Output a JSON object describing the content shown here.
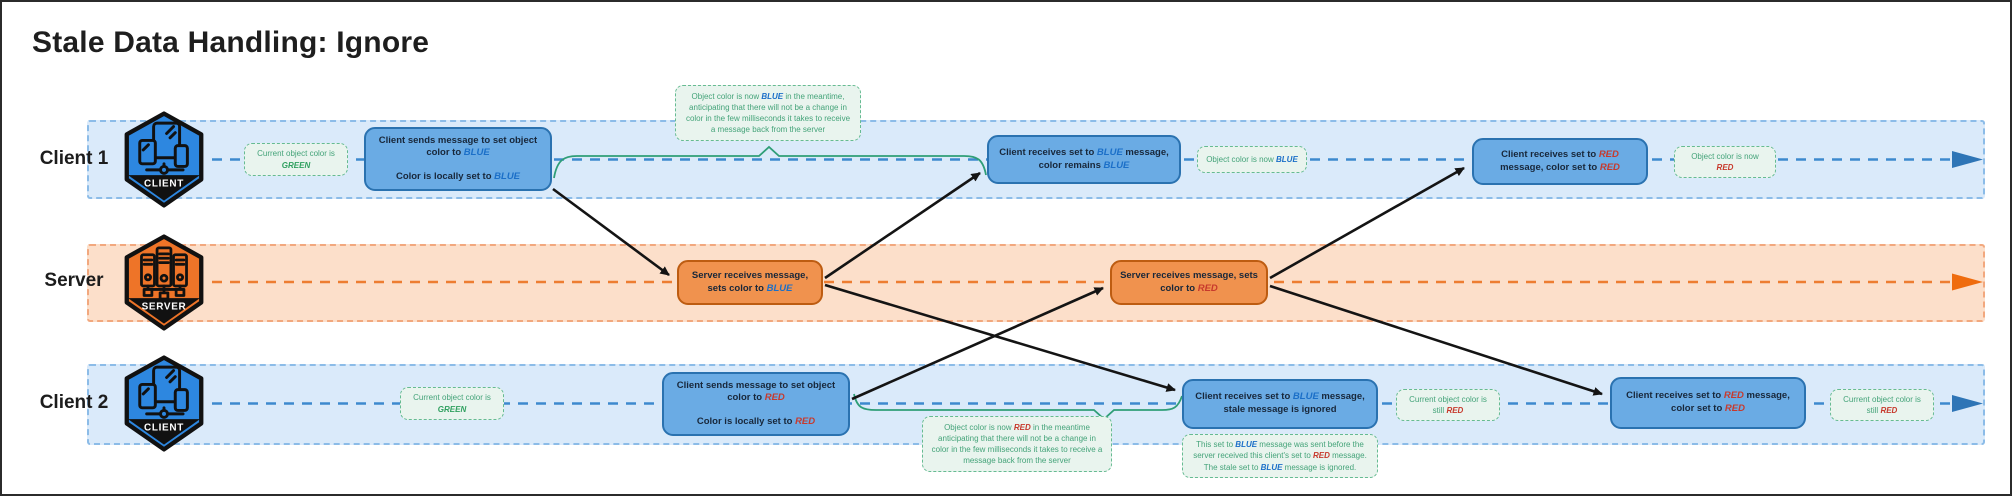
{
  "title": "Stale Data Handling: Ignore",
  "colors": {
    "title_text": "#1e1e1e",
    "word_blue": "#1b6fc8",
    "word_red": "#c7392c",
    "word_green": "#2fa05f",
    "client_box_fill": "#6aabe4",
    "client_box_border": "#2a72b0",
    "server_box_fill": "#f0924e",
    "server_box_border": "#bd5c11",
    "note_fill": "#e9f4ee",
    "note_border": "#66bb92",
    "note_text": "#44a379",
    "client_lane_fill": "#daeafa",
    "client_lane_border": "#8cbce8",
    "client_lane_line": "#3d89ce",
    "server_lane_fill": "#fcdfca",
    "server_lane_border": "#f2a87e",
    "server_lane_line": "#ed7d31",
    "client_badge_fill": "#2d87e0",
    "server_badge_fill": "#ee7428",
    "arrow_black": "#141414",
    "brace_green": "#2f9e77",
    "client_arrow_end": "#2e75b6",
    "server_arrow_end": "#ef6c0e"
  },
  "client1": {
    "label": "Client 1",
    "badge": "CLIENT",
    "note_green": [
      [
        [
          "Current object color is ",
          ""
        ],
        [
          "GREEN",
          "g"
        ]
      ]
    ],
    "box_send": [
      [
        [
          "Client sends message to set object color to ",
          ""
        ],
        [
          "BLUE",
          "b"
        ]
      ],
      [
        [
          "Color is locally set to ",
          ""
        ],
        [
          "BLUE",
          "b"
        ]
      ]
    ],
    "note_meantime": [
      [
        [
          "Object color is now ",
          ""
        ],
        [
          "BLUE",
          "b"
        ],
        [
          " in the meantime, anticipating that there will not be a change in color in the few milliseconds it takes to receive a message back from the server",
          ""
        ]
      ]
    ],
    "box_recv_blue": [
      [
        [
          "Client receives set to ",
          ""
        ],
        [
          "BLUE",
          "b"
        ],
        [
          " message, color remains ",
          ""
        ],
        [
          "BLUE",
          "b"
        ]
      ]
    ],
    "note_now_blue": [
      [
        [
          "Object color is now ",
          ""
        ],
        [
          "BLUE",
          "b"
        ]
      ]
    ],
    "box_recv_red": [
      [
        [
          "Client receives set to ",
          ""
        ],
        [
          "RED",
          "r"
        ],
        [
          " message, color set to ",
          ""
        ],
        [
          "RED",
          "r"
        ]
      ]
    ],
    "note_now_red": [
      [
        [
          "Object color is now ",
          ""
        ],
        [
          "RED",
          "r"
        ]
      ]
    ]
  },
  "server": {
    "label": "Server",
    "badge": "SERVER",
    "box_blue": [
      [
        [
          "Server receives message, sets color to ",
          ""
        ],
        [
          "BLUE",
          "b"
        ]
      ]
    ],
    "box_red": [
      [
        [
          "Server receives message, sets color to ",
          ""
        ],
        [
          "RED",
          "r"
        ]
      ]
    ]
  },
  "client2": {
    "label": "Client 2",
    "badge": "CLIENT",
    "note_green": [
      [
        [
          "Current object color is ",
          ""
        ],
        [
          "GREEN",
          "g"
        ]
      ]
    ],
    "box_send": [
      [
        [
          "Client sends message to set object color to ",
          ""
        ],
        [
          "RED",
          "r"
        ]
      ],
      [
        [
          "Color is locally set to ",
          ""
        ],
        [
          "RED",
          "r"
        ]
      ]
    ],
    "note_meantime": [
      [
        [
          "Object color is now ",
          ""
        ],
        [
          "RED",
          "r"
        ],
        [
          " in the meantime anticipating that there will not be a change in color in the few milliseconds it takes to receive a message back from the server",
          ""
        ]
      ]
    ],
    "box_recv_stale": [
      [
        [
          "Client receives set to ",
          ""
        ],
        [
          "BLUE",
          "b"
        ],
        [
          " message, stale message is ignored",
          ""
        ]
      ]
    ],
    "note_stale": [
      [
        [
          "This set to ",
          ""
        ],
        [
          "BLUE",
          "b"
        ],
        [
          " message was sent before the server received this client's set to ",
          ""
        ],
        [
          "RED",
          "r"
        ],
        [
          " message. The stale set to ",
          ""
        ],
        [
          "BLUE",
          "b"
        ],
        [
          " message is ignored.",
          ""
        ]
      ]
    ],
    "note_still_red_1": [
      [
        [
          "Current object color is still ",
          ""
        ],
        [
          "RED",
          "r"
        ]
      ]
    ],
    "box_recv_red": [
      [
        [
          "Client receives set to ",
          ""
        ],
        [
          "RED",
          "r"
        ],
        [
          " message, color set to ",
          ""
        ],
        [
          "RED",
          "r"
        ]
      ]
    ],
    "note_still_red_2": [
      [
        [
          "Current object color is still ",
          ""
        ],
        [
          "RED",
          "r"
        ]
      ]
    ]
  }
}
